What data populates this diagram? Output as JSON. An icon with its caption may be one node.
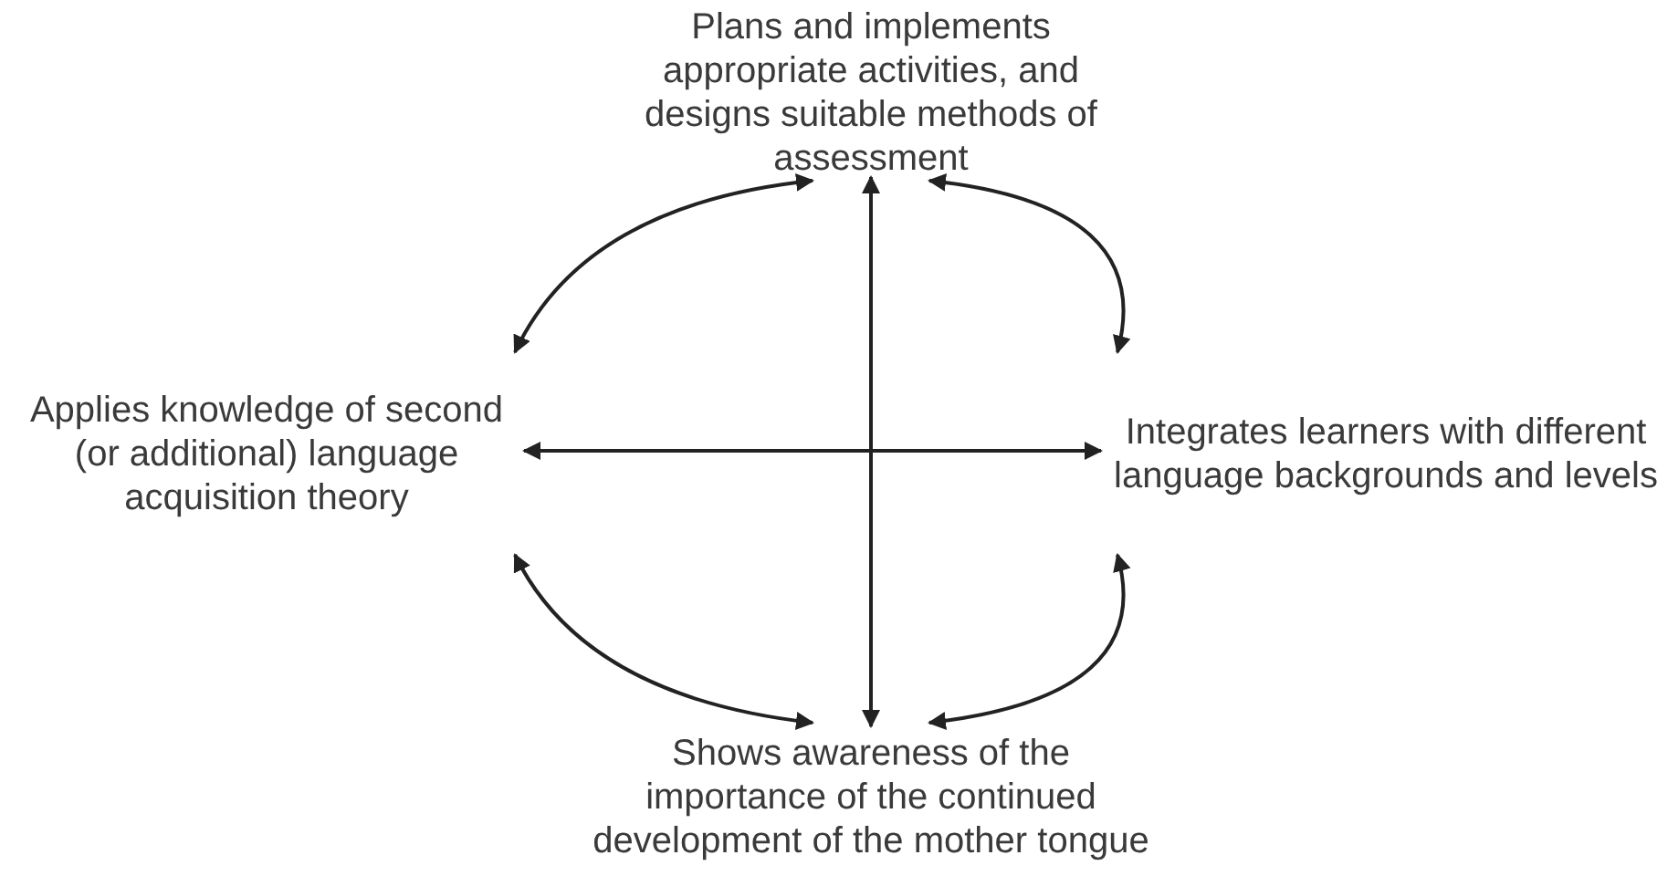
{
  "diagram": {
    "nodes": [
      {
        "text": [
          "Plans and implements appropriate activities, and designs suitable methods of assessment"
        ]
      },
      {
        "text": [
          "Applies knowledge of second (or additional) language acquisition theory"
        ]
      },
      {
        "text": [
          "Integrates learners with different language backgrounds and levels"
        ]
      },
      {
        "text": [
          "Shows awareness of the importance of the continued development of the mother tongue"
        ]
      }
    ],
    "edges": [
      {
        "from": 0,
        "to": 3,
        "arrow": "both"
      },
      {
        "from": 1,
        "to": 2,
        "arrow": "both"
      },
      {
        "from": 0,
        "to": 1,
        "arrow": "both"
      },
      {
        "from": 0,
        "to": 2,
        "arrow": "both"
      },
      {
        "from": 2,
        "to": 3,
        "arrow": "both"
      },
      {
        "from": 3,
        "to": 1,
        "arrow": "both"
      }
    ]
  }
}
